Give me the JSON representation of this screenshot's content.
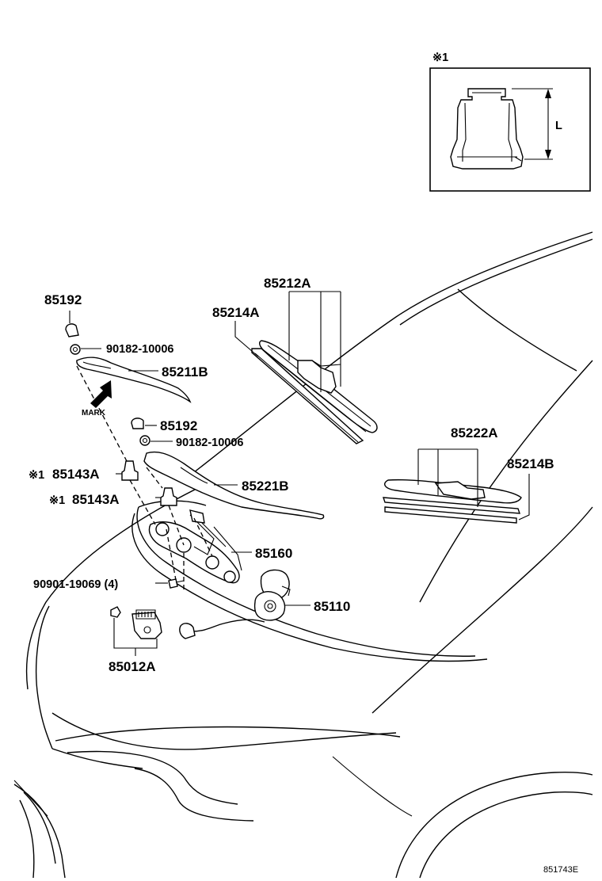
{
  "inset": {
    "marker": "※1",
    "dimension_label": "L"
  },
  "parts": {
    "cap_upper": "85192",
    "nut_upper": "90182-10006",
    "front_arm": "85211B",
    "mark_label": "MARK",
    "cap_lower": "85192",
    "nut_lower": "90182-10006",
    "bushing_a_prefix": "※1",
    "bushing_a": "85143A",
    "bushing_b_prefix": "※1",
    "bushing_b": "85143A",
    "rear_arm": "85221B",
    "link_assy": "85160",
    "bolt": "90901-19069 (4)",
    "motor": "85110",
    "connector": "85012A",
    "blade_front": "85212A",
    "rubber_front": "85214A",
    "blade_rear": "85222A",
    "rubber_rear": "85214B"
  },
  "figure_code": "851743E"
}
